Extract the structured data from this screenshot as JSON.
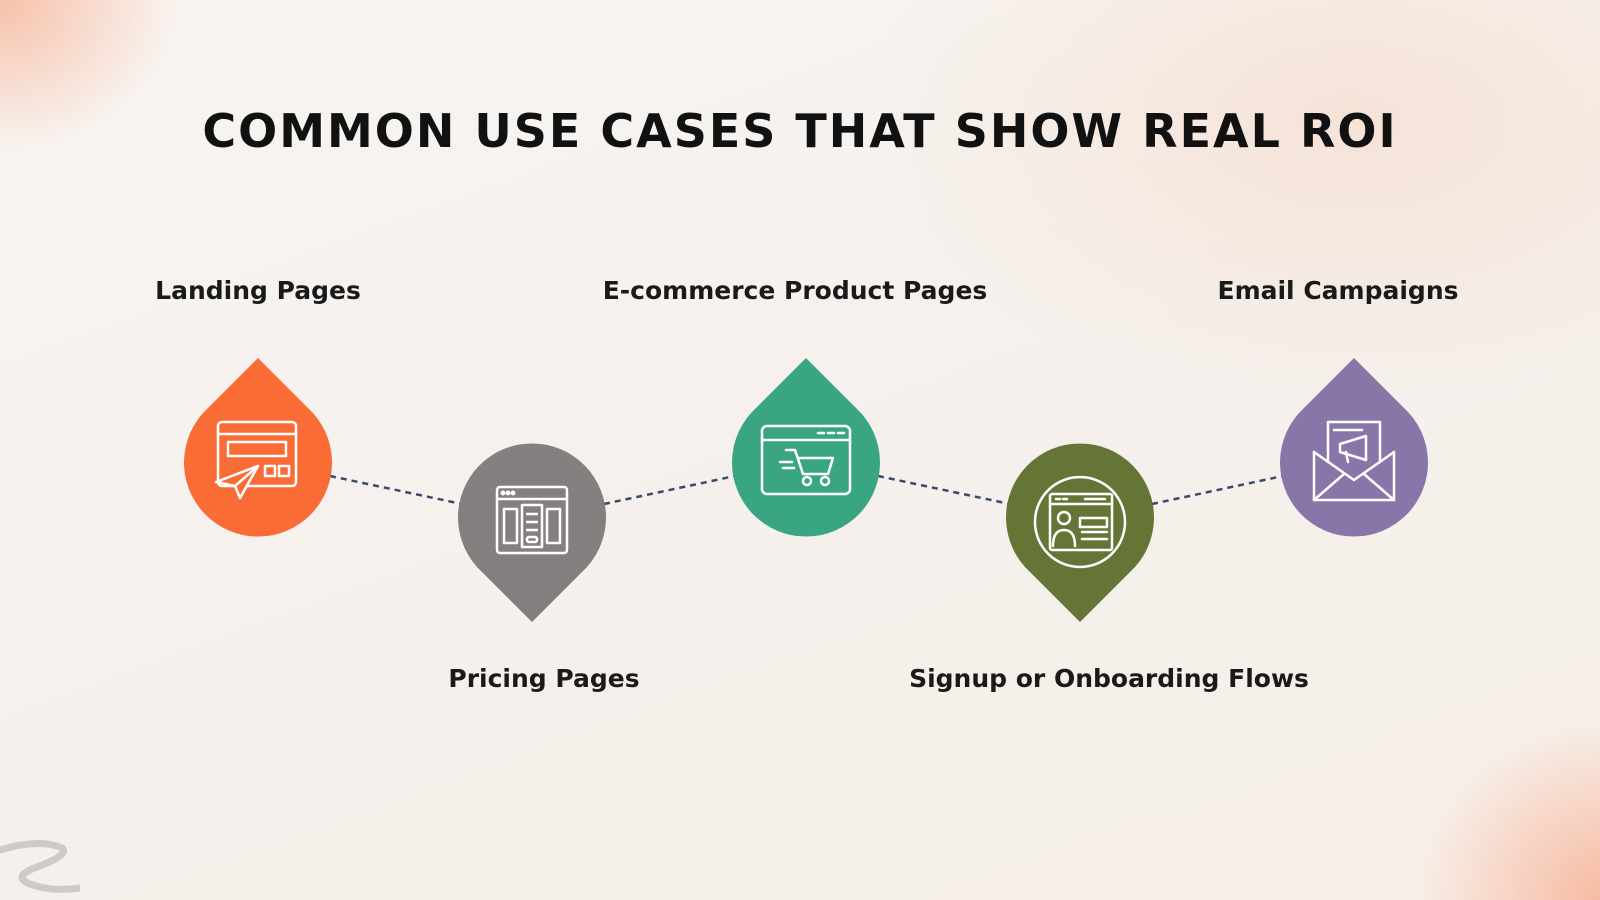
{
  "title": "COMMON USE CASES THAT SHOW REAL ROI",
  "steps": [
    {
      "label": "Landing Pages",
      "color": "#f96c36",
      "icon": "landing-page-icon",
      "pointer": "up"
    },
    {
      "label": "Pricing Pages",
      "color": "#858080",
      "icon": "pricing-table-icon",
      "pointer": "down"
    },
    {
      "label": "E-commerce Product Pages",
      "color": "#3aa582",
      "icon": "shopping-cart-icon",
      "pointer": "up"
    },
    {
      "label": "Signup or Onboarding Flows",
      "color": "#657536",
      "icon": "signup-form-icon",
      "pointer": "down"
    },
    {
      "label": "Email Campaigns",
      "color": "#8876a8",
      "icon": "email-megaphone-icon",
      "pointer": "up"
    }
  ],
  "connector_color": "#3b4a6b"
}
